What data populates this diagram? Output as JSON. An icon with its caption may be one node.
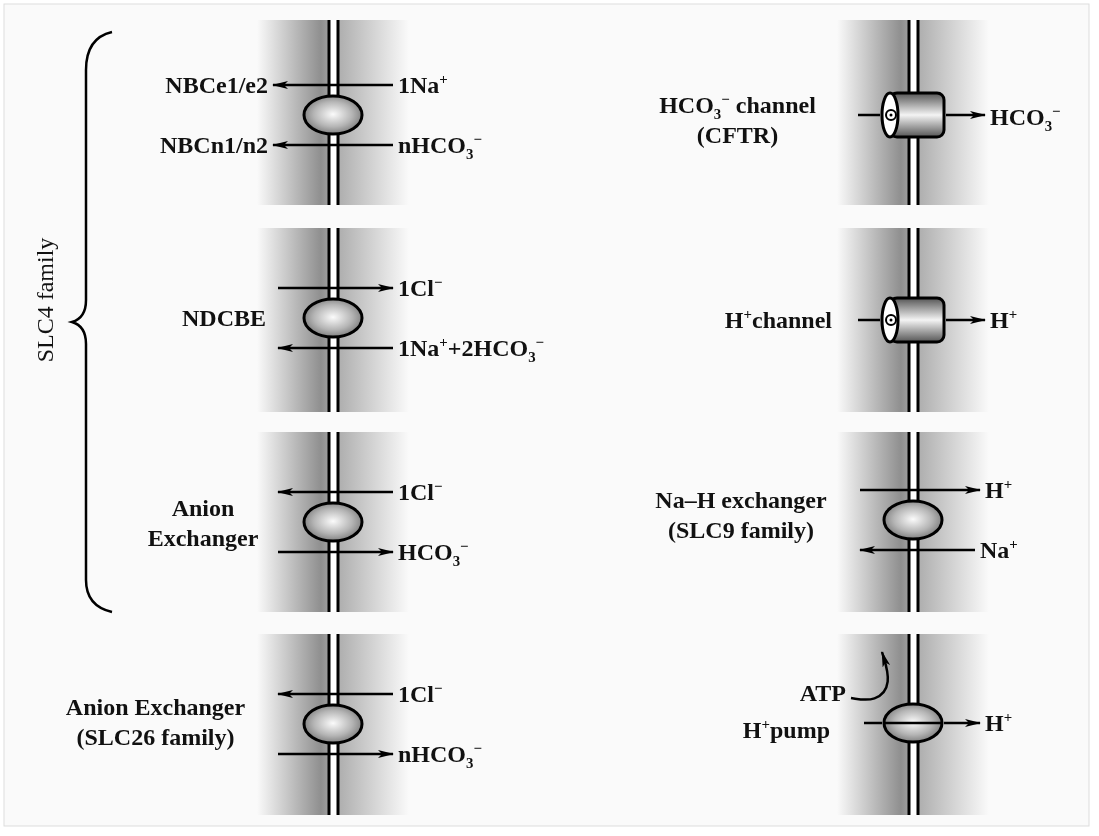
{
  "diagram": {
    "nodes": [
      {
        "text": [
          "NBCe1/e2"
        ]
      },
      {
        "text": [
          "NBCn1/n2"
        ]
      },
      {
        "text": [],
        "shape": "ellipse"
      },
      {
        "text": [
          "1Na$^{+}$"
        ]
      },
      {
        "text": [
          "nHCO$_{3}$$^{−}$"
        ]
      },
      {
        "text": [],
        "shape": "cylinder"
      },
      {
        "text": [
          "HCO$_{3}$$^{−}$"
        ]
      },
      {
        "text": [],
        "shape": "ellipse"
      },
      {
        "text": [
          "1Cl$^{−}$"
        ]
      },
      {
        "text": [
          "1Na$^{+}$+2HCO$_{3}$$^{−}$"
        ]
      },
      {
        "text": [],
        "shape": "cylinder"
      },
      {
        "text": [
          "H$^{+}$"
        ]
      },
      {
        "text": [],
        "shape": "ellipse"
      },
      {
        "text": [
          "1Cl$^{−}$"
        ]
      },
      {
        "text": [
          "HCO$_{3}$$^{−}$"
        ]
      },
      {
        "text": [],
        "shape": "ellipse"
      },
      {
        "text": [
          "H$^{+}$"
        ]
      },
      {
        "text": [
          "Na$^{+}$"
        ]
      },
      {
        "text": [],
        "shape": "ellipse"
      },
      {
        "text": [
          "1Cl$^{−}$"
        ]
      },
      {
        "text": [
          "nHCO$_{3}$$^{−}$"
        ]
      },
      {
        "text": [
          "ATP"
        ]
      },
      {
        "text": [],
        "shape": "ellipse"
      },
      {
        "text": [
          "H$^{+}$"
        ]
      }
    ],
    "edges": [
      {
        "from": 3,
        "to": 0,
        "arrow": "to"
      },
      {
        "from": 4,
        "to": 1,
        "arrow": "to"
      },
      {
        "from": null,
        "to": 5,
        "arrow": "none"
      },
      {
        "from": 5,
        "to": 6,
        "arrow": "to"
      },
      {
        "from": null,
        "to": 8,
        "arrow": "to"
      },
      {
        "from": 9,
        "to": null,
        "arrow": "to"
      },
      {
        "from": null,
        "to": 10,
        "arrow": "none"
      },
      {
        "from": 10,
        "to": 11,
        "arrow": "to"
      },
      {
        "from": 13,
        "to": null,
        "arrow": "to"
      },
      {
        "from": null,
        "to": 14,
        "arrow": "to"
      },
      {
        "from": null,
        "to": 16,
        "arrow": "to"
      },
      {
        "from": 17,
        "to": null,
        "arrow": "to"
      },
      {
        "from": 19,
        "to": null,
        "arrow": "to"
      },
      {
        "from": null,
        "to": 20,
        "arrow": "to"
      },
      {
        "from": 21,
        "to": null,
        "arrow": "to"
      },
      {
        "from": null,
        "to": 22,
        "arrow": "none"
      },
      {
        "from": 22,
        "to": 23,
        "arrow": "to"
      }
    ],
    "labels": [
      "HCO$_{3}$$^{−}$ channel (CFTR)",
      "SLC4 family",
      "NDCBE",
      "H$^{+}$channel",
      "Anion Exchanger",
      "Na–H exchanger (SLC9 family)",
      "Anion Exchanger (SLC26 family)",
      "H$^{+}$pump"
    ]
  }
}
